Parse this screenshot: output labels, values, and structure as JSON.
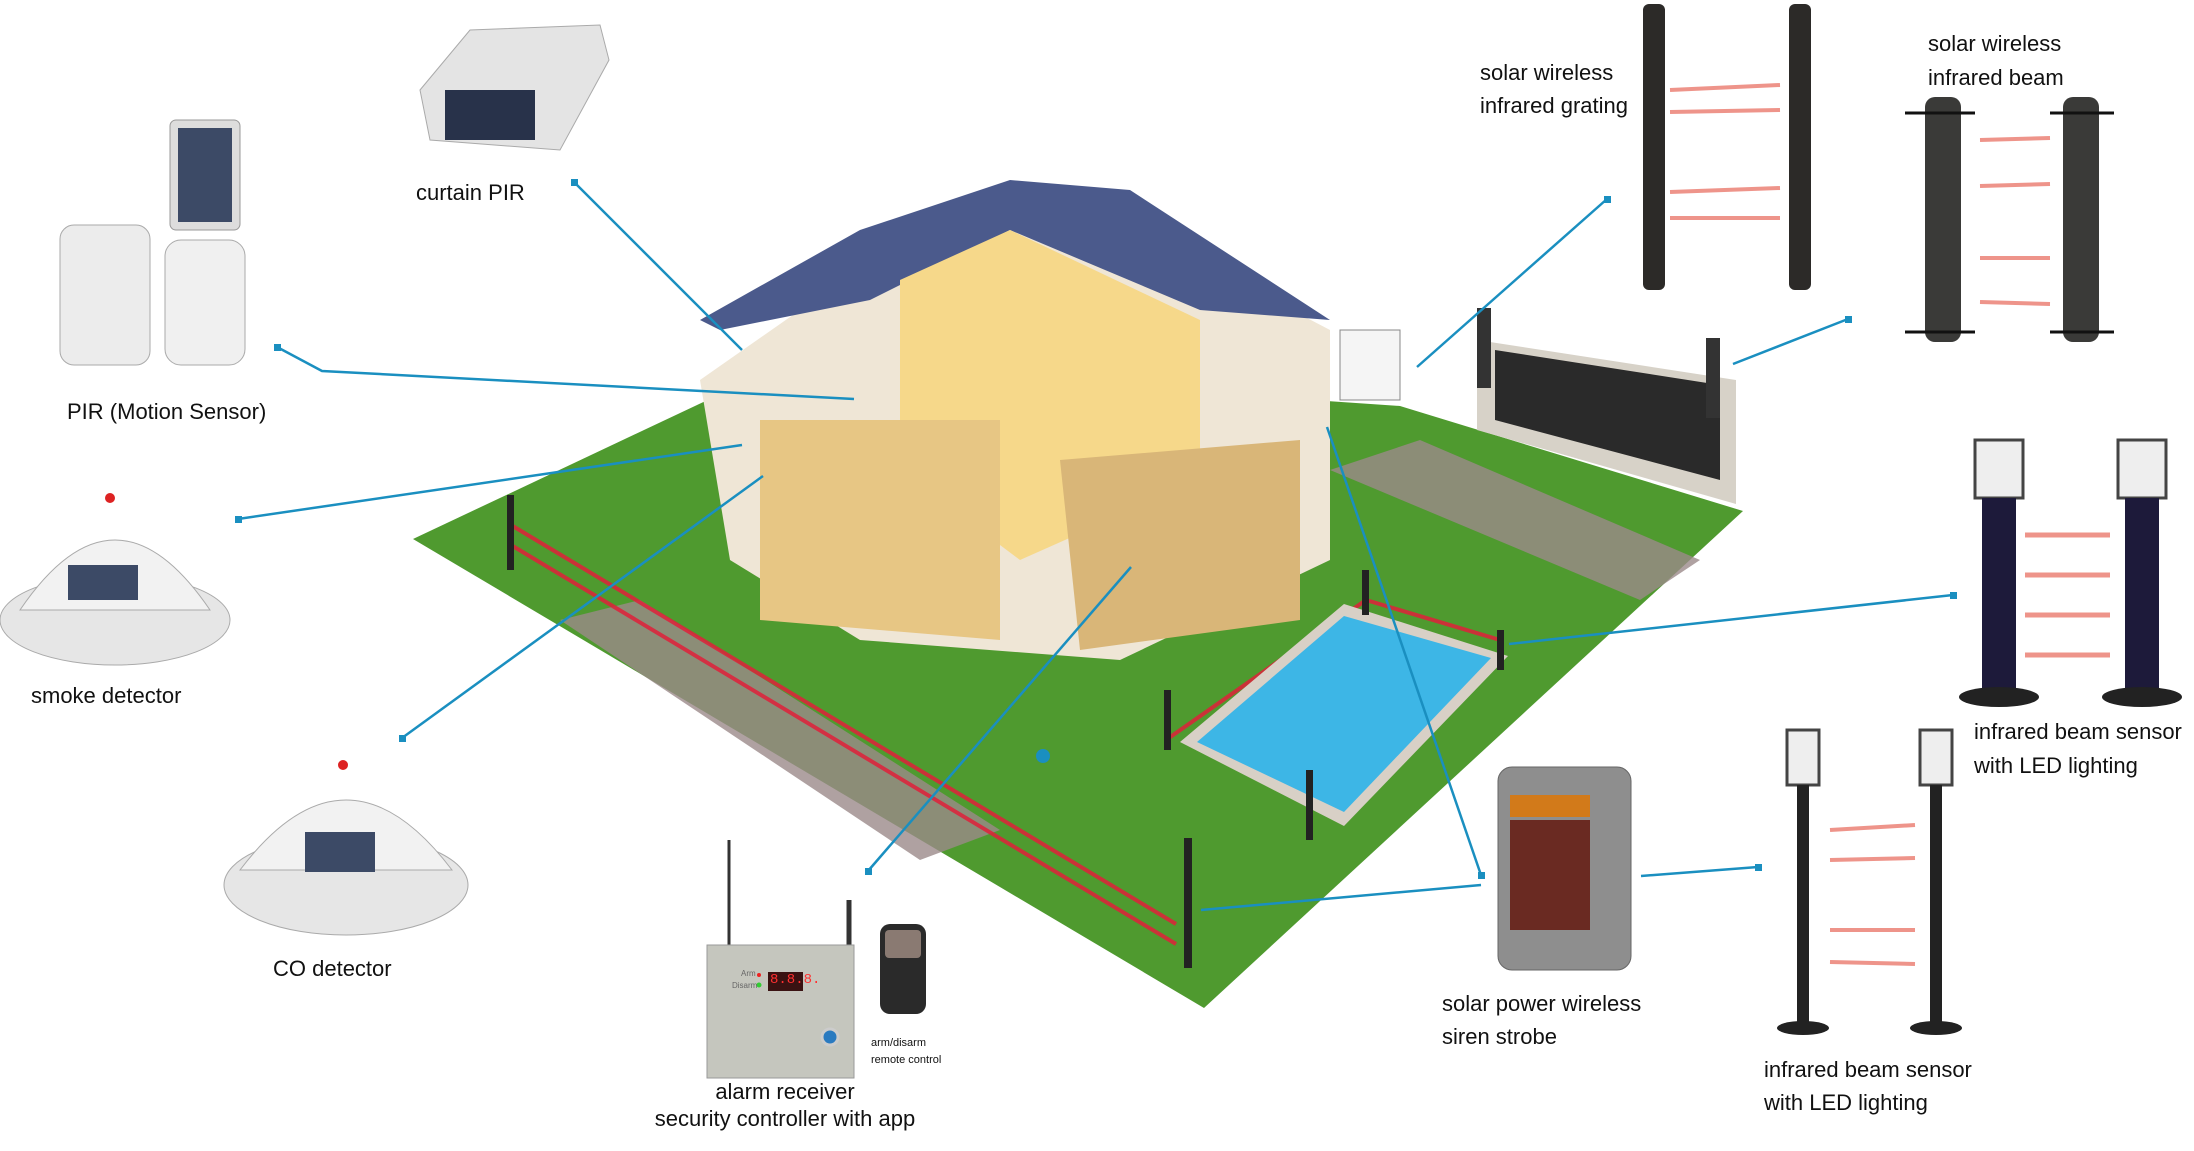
{
  "labels": {
    "curtain_pir": "curtain PIR",
    "pir": "PIR (Motion Sensor)",
    "smoke": "smoke detector",
    "co": "CO detector",
    "alarm_receiver_1": "alarm receiver",
    "alarm_receiver_2": "security controller with app",
    "remote_1": "arm/disarm",
    "remote_2": "remote control",
    "siren_1": "solar power wireless",
    "siren_2": "siren strobe",
    "led_bottom_1": "infrared beam sensor",
    "led_bottom_2": "with LED lighting",
    "led_right_1": "infrared beam sensor",
    "led_right_2": "with LED lighting",
    "grating_1": "solar wireless",
    "grating_2": "infrared grating",
    "beam_1": "solar wireless",
    "beam_2": "infrared beam"
  },
  "receiver_panel": {
    "arm": "Arm",
    "disarm": "Disarm",
    "display": "8.8.8."
  },
  "colors": {
    "lawn": "#4f9a2f",
    "leader": "#1a8fc0",
    "beam": "#e0203a",
    "pool": "#3db6e6"
  }
}
